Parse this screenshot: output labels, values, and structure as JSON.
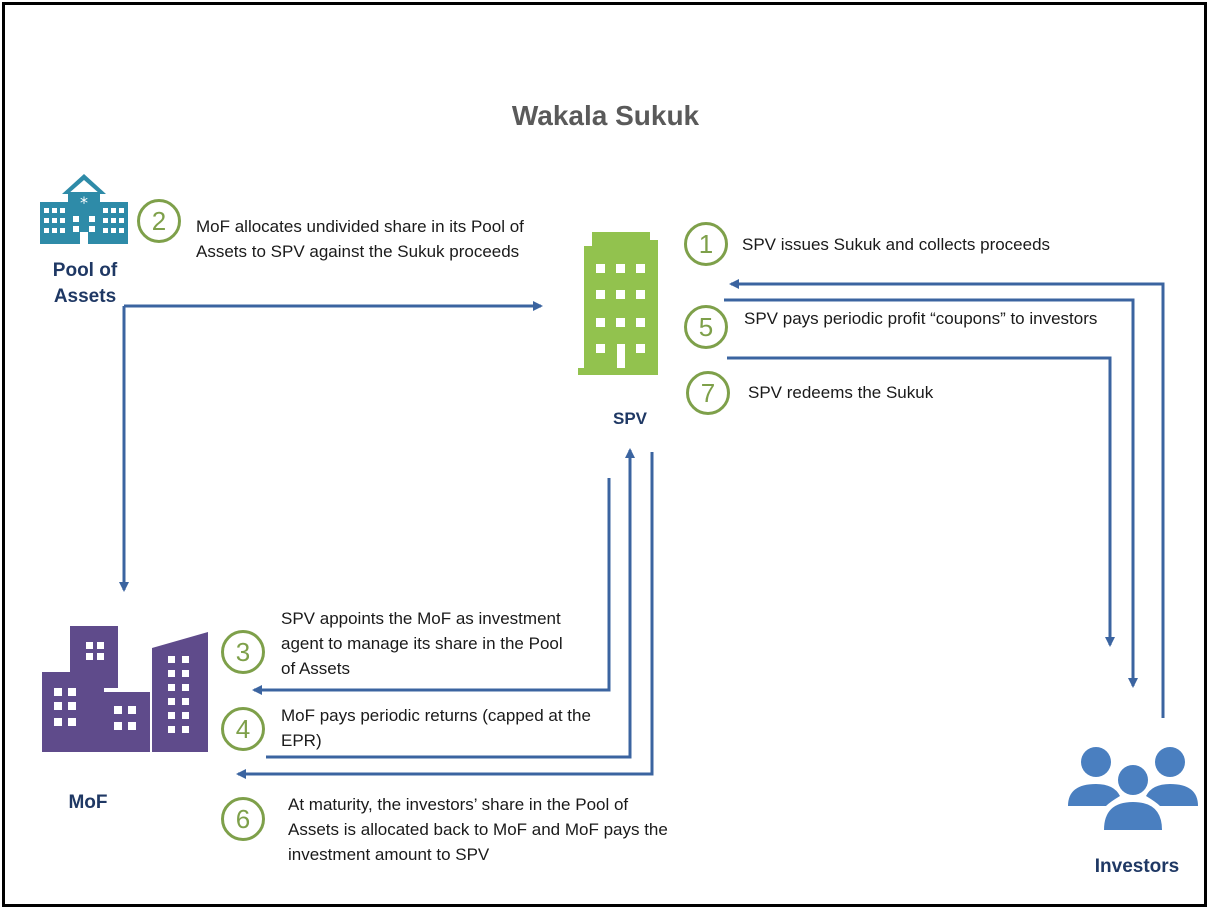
{
  "title": "Wakala Sukuk",
  "entities": {
    "pool": "Pool of Assets",
    "spv": "SPV",
    "mof": "MoF",
    "investors": "Investors"
  },
  "steps": [
    {
      "num": "1",
      "text": "SPV issues Sukuk and collects proceeds"
    },
    {
      "num": "2",
      "text": "MoF allocates undivided share in its Pool of Assets to SPV against the Sukuk proceeds"
    },
    {
      "num": "3",
      "text": "SPV appoints the MoF as investment agent to manage its share in the Pool of Assets"
    },
    {
      "num": "4",
      "text": "MoF pays periodic returns (capped at the EPR)"
    },
    {
      "num": "5",
      "text": "SPV pays periodic  profit “coupons” to investors"
    },
    {
      "num": "6",
      "text": "At maturity, the investors’ share in the Pool of Assets is allocated back to MoF and MoF pays the investment amount to SPV"
    },
    {
      "num": "7",
      "text": "SPV redeems the Sukuk"
    }
  ],
  "colors": {
    "arrow": "#3b64a0",
    "circle": "#7ea04a",
    "pool_icon": "#2e8ba8",
    "spv_icon": "#92c24e",
    "mof_icon": "#5f4b8b",
    "investors_icon": "#4a7fc0",
    "label": "#1f3864"
  },
  "icons": [
    "school-building-icon",
    "office-building-icon",
    "city-buildings-icon",
    "people-group-icon"
  ]
}
